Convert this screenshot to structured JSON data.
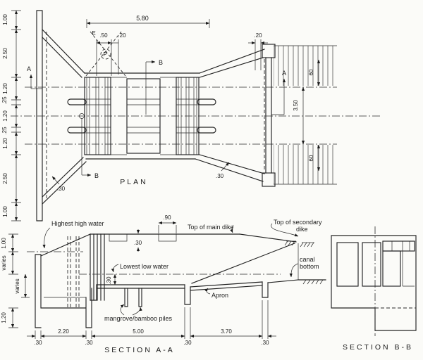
{
  "plan": {
    "title": "PLAN",
    "section_a_marker": "A",
    "section_b_marker": "B",
    "gate_marks": {
      "centerline": "E",
      "pivot": "P"
    },
    "dims": {
      "top_span": "5.80",
      "gate_slot_width": ".50",
      "gate_slot_gap": ".20",
      "pier_slot_width": ".20",
      "left_chain": [
        "1.00",
        "2.50",
        "1.20",
        ".25",
        "1.20",
        ".25",
        "1.20",
        "2.50",
        "1.00"
      ],
      "secondary_dike_top": "60",
      "canal_width": "3.50",
      "secondary_dike_bottom": "60",
      "wing_wall_left": ".30",
      "wing_wall_right": ".30"
    }
  },
  "section_aa": {
    "title": "SECTION A-A",
    "labels": {
      "highest_high_water": "Highest high water",
      "lowest_low_water": "Lowest low water",
      "top_of_main_dike": "Top of main dike",
      "top_of_secondary_dike_line1": "Top of secondary",
      "top_of_secondary_dike_line2": "dike",
      "canal_bottom_line1": "canal",
      "canal_bottom_line2": "bottom",
      "apron": "Apron",
      "piles": "mangrove/bamboo piles"
    },
    "dims": {
      "slot_width": ".90",
      "deck_slab": ".30",
      "sill_height": ".30",
      "left_chain": [
        "1.00",
        "varies",
        "varies",
        "1.20"
      ],
      "bottom_chain": [
        ".30",
        "2.20",
        ".30",
        "5.00",
        ".30",
        "3.70",
        ".30"
      ]
    }
  },
  "section_bb": {
    "title": "SECTION B-B"
  }
}
